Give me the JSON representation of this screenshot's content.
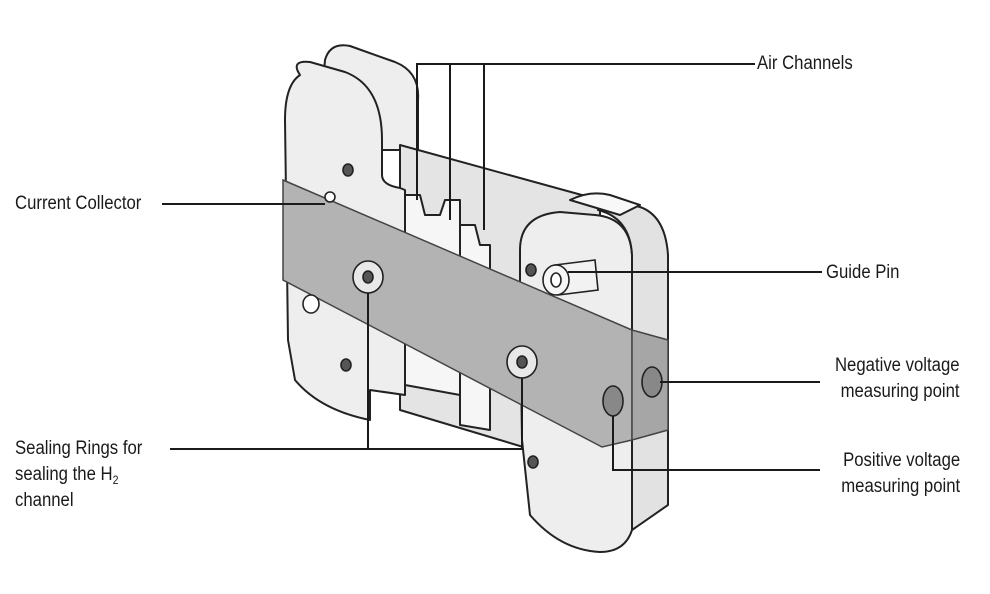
{
  "labels": {
    "air_channels": "Air Channels",
    "current_collector": "Current Collector",
    "guide_pin": "Guide Pin",
    "negative_line1": "Negative voltage",
    "negative_line2": "measuring point",
    "positive_line1": "Positive voltage",
    "positive_line2": "measuring point",
    "sealing_line1": "Sealing Rings for",
    "sealing_line2_prefix": "sealing the H",
    "sealing_line2_sub": "2",
    "sealing_line3": "channel"
  },
  "colors": {
    "plate_fill": "#eeeeee",
    "plate_edge": "#222222",
    "band_fill": "#b3b3b3",
    "hole_fill": "#555555",
    "leader": "#1a1a1a"
  }
}
